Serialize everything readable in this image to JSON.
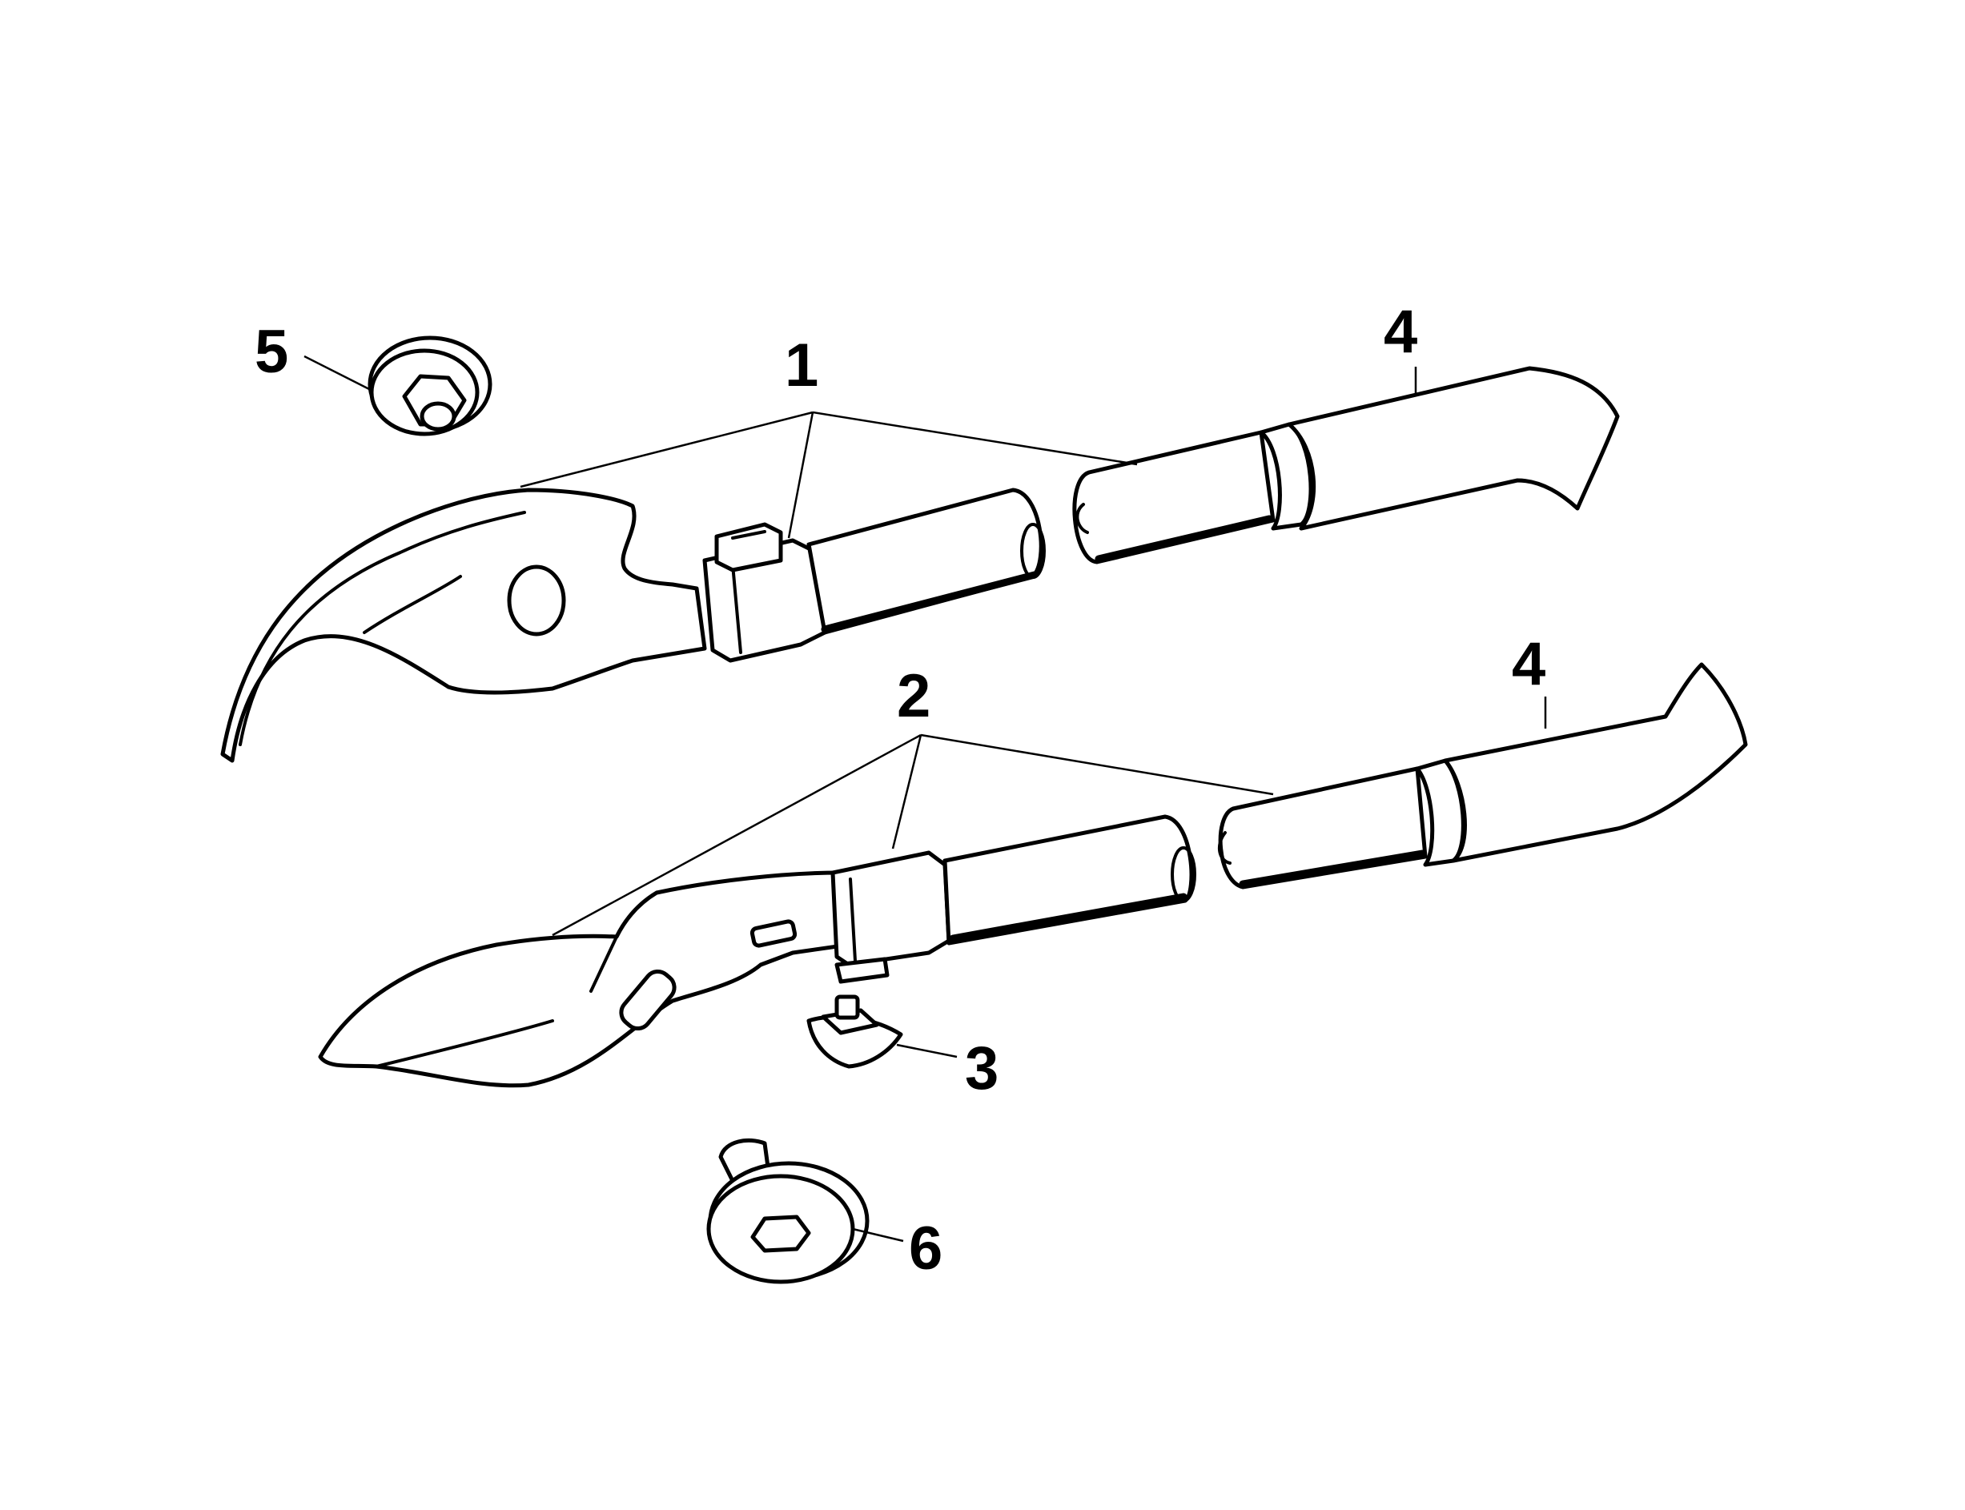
{
  "callouts": {
    "part_1": "1",
    "part_2": "2",
    "part_3": "3",
    "part_4_upper": "4",
    "part_4_lower": "4",
    "part_5": "5",
    "part_6": "6"
  },
  "colors": {
    "line": "#000000",
    "background": "#ffffff"
  }
}
